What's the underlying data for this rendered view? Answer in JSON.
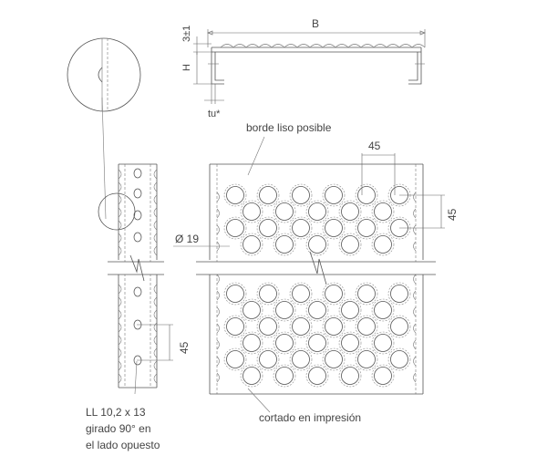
{
  "labels": {
    "dim_b": "B",
    "dim_h": "H",
    "dim_3": "3±1",
    "dim_tu": "tu*",
    "smooth_edge": "borde liso posible",
    "pitch_top": "45",
    "pitch_right": "45",
    "pitch_left": "45",
    "diameter": "Ø 19",
    "slot_line1": "LL 10,2 x 13",
    "slot_line2": "girado 90° en",
    "slot_line3": "el lado opuesto",
    "cut_note": "cortado en impresión"
  },
  "colors": {
    "line": "#555555",
    "text": "#444444"
  }
}
